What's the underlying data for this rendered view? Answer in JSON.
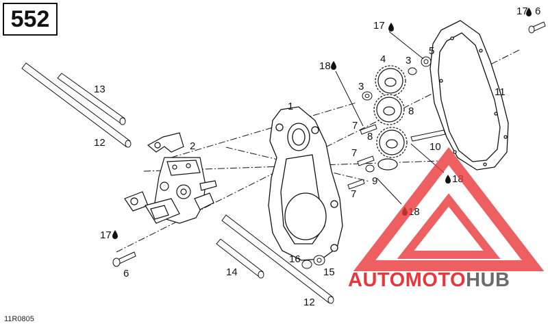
{
  "page_number": "552",
  "reference_code": "11R0805",
  "callouts": {
    "c1": "1",
    "c2": "2",
    "c3a": "3",
    "c3b": "3",
    "c4": "4",
    "c5": "5",
    "c6a": "6",
    "c6b": "6",
    "c7a": "7",
    "c7b": "7",
    "c7c": "7",
    "c8a": "8",
    "c8b": "8",
    "c9": "9",
    "c10": "10",
    "c11": "11",
    "c12a": "12",
    "c12b": "12",
    "c13": "13",
    "c14": "14",
    "c15": "15",
    "c16": "16",
    "c17a": "17",
    "c17b": "17",
    "c17c": "17",
    "c18a": "18",
    "c18b": "18",
    "c18c": "18"
  },
  "watermark": {
    "text_auto": "AUTO",
    "text_moto": "MOTO",
    "text_hub": "HUB",
    "color_red": "#e8373a",
    "color_grey": "#6b6b6b"
  }
}
